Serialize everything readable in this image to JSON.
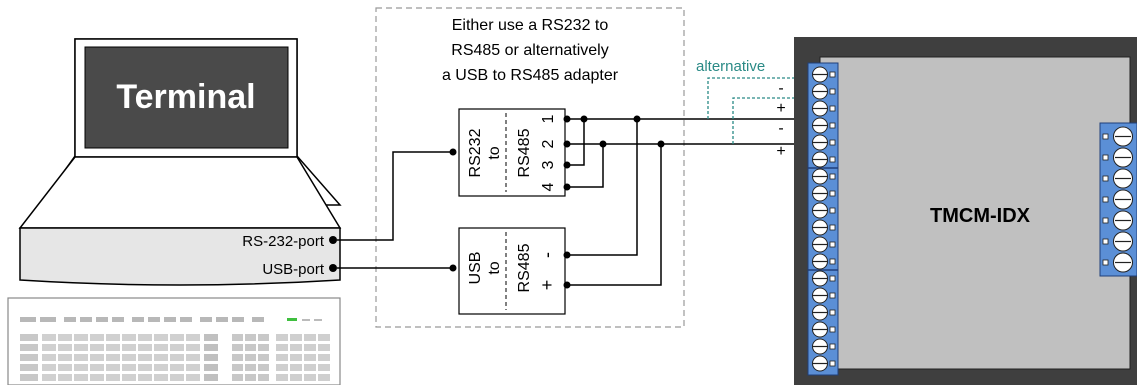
{
  "labels": {
    "terminal": "Terminal",
    "rs232_port": "RS-232-port",
    "usb_port": "USB-port",
    "adapter_note_line1": "Either use a RS232 to",
    "adapter_note_line2": "RS485 or alternatively",
    "adapter_note_line3": "a USB to RS485 adapter",
    "alternative": "alternative",
    "device_name": "TMCM-IDX"
  },
  "rs232_adapter": {
    "left_top": "RS232",
    "left_bottom": "to",
    "right_top": "RS485",
    "pins": [
      "1",
      "2",
      "3",
      "4"
    ]
  },
  "usb_adapter": {
    "left_top": "USB",
    "left_bottom": "to",
    "right_top": "RS485",
    "pins": [
      "-",
      "+"
    ]
  },
  "bus_signs": [
    "-",
    "+",
    "-",
    "+"
  ],
  "colors": {
    "screen": "#4a4a4a",
    "device_body": "#c0c0c0",
    "device_frame": "#3f3f3f",
    "terminal_block": "#5b8fd6",
    "alternative": "#2a8a86",
    "led_green": "#3fbf3f"
  }
}
